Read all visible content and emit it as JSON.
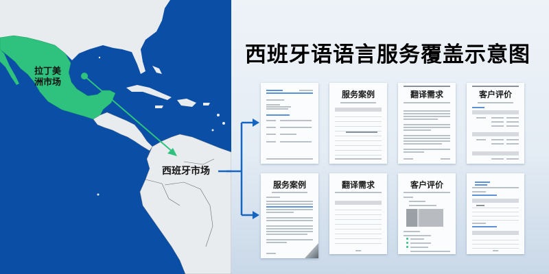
{
  "title": "西班牙语语言服务覆盖示意图",
  "map": {
    "labels": {
      "latin_america": "拉丁美\n洲市场",
      "latin_america_line1": "拉丁美",
      "latin_america_line2": "洲市场",
      "spain": "西班牙市场"
    },
    "colors": {
      "ocean": "#0a4ea6",
      "land": "#e9ecef",
      "highlight": "#2ec27e",
      "arrow_green": "#2ec27e",
      "arrow_blue": "#1565c0"
    }
  },
  "documents": {
    "top_row": [
      {
        "title": "",
        "type": "form"
      },
      {
        "title": "服务案例",
        "type": "table"
      },
      {
        "title": "翻译需求",
        "type": "text"
      },
      {
        "title": "客户评价",
        "type": "table"
      }
    ],
    "bottom_row": [
      {
        "title": "服务案例",
        "type": "text"
      },
      {
        "title": "翻译需求",
        "type": "table"
      },
      {
        "title": "客户评价",
        "type": "screenshot"
      },
      {
        "title": "",
        "type": "tables"
      }
    ]
  }
}
